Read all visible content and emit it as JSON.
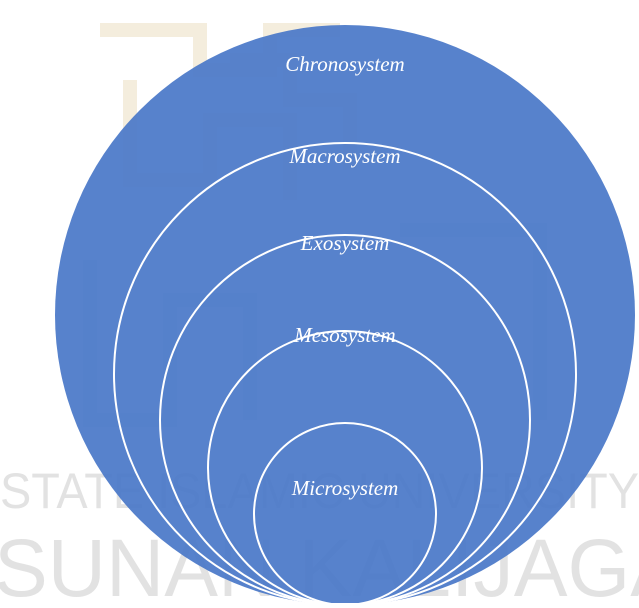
{
  "colors": {
    "fill": "#4a78c8",
    "ring_stroke": "#ffffff",
    "label": "#ffffff",
    "watermark_gold": "#c8a24a",
    "watermark_green": "#5aa88a"
  },
  "diagram": {
    "type": "nested-circles",
    "layers": [
      {
        "label": "Chronosystem"
      },
      {
        "label": "Macrosystem"
      },
      {
        "label": "Exosystem"
      },
      {
        "label": "Mesosystem"
      },
      {
        "label": "Microsystem"
      }
    ]
  },
  "watermark": {
    "line1": "STATE ISLAMIC UNIVERSITY",
    "line2": "SUNAN KALIJAGA"
  }
}
